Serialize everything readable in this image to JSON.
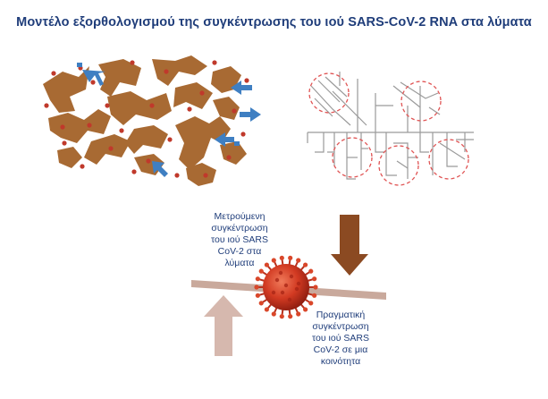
{
  "title": "Μοντέλο εξορθολογισμού της συγκέντρωσης του ιού SARS-CoV-2 RNA στα λύματα",
  "measured_label": [
    "Μετρούμενη",
    "συγκέντρωση",
    "του ιού SARS",
    "CoV-2 στα",
    "λύματα"
  ],
  "actual_label": [
    "Πραγματική",
    "συγκέντρωση",
    "του ιού SARS",
    "CoV-2 σε μια",
    "κοινότητα"
  ],
  "colors": {
    "title": "#1f3d7a",
    "sediment": "#a86a33",
    "particle": "#c0392b",
    "flow_arrow": "#3f7fc2",
    "network": "#9a9a9a",
    "circle": "#e05555",
    "down_arrow": "#8b4a22",
    "up_arrow": "#d6b8ae",
    "beam": "#c9a99c",
    "virus": "#d23a22"
  },
  "icons": [
    "sediment-particles-illustration",
    "sewer-network-illustration",
    "virus-icon",
    "down-arrow-icon",
    "up-arrow-icon"
  ]
}
